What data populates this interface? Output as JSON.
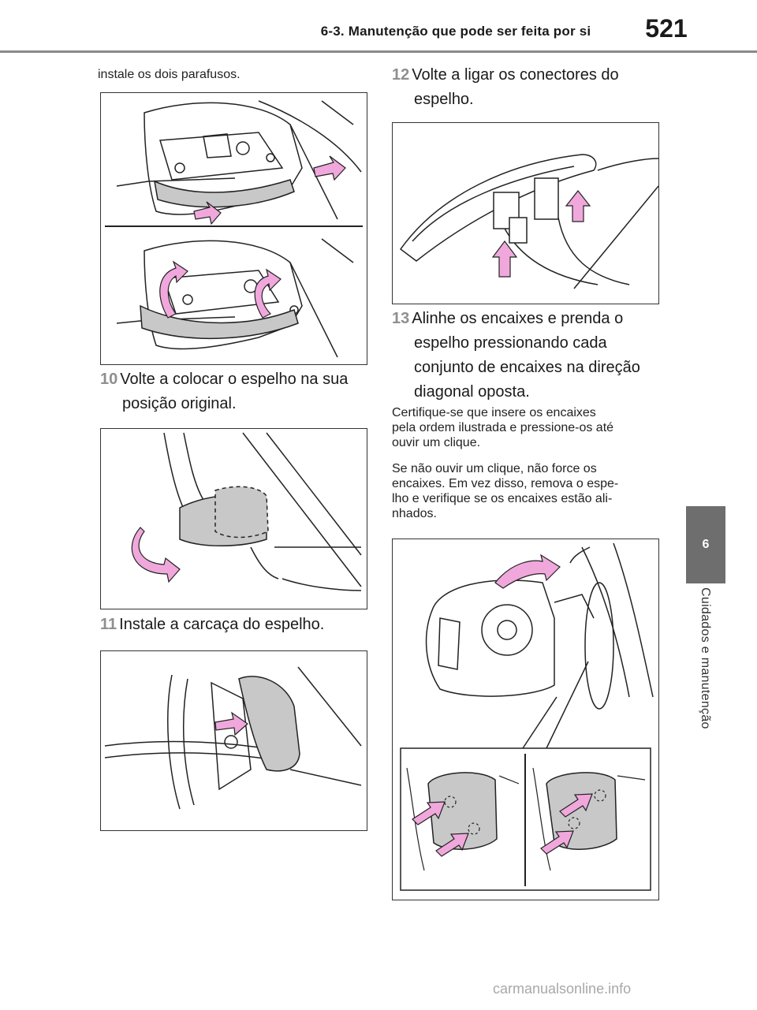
{
  "header": {
    "section_title": "6-3. Manutenção que pode ser feita por si",
    "page_number": "521"
  },
  "side_tab": {
    "chapter_number": "6",
    "chapter_label": "Cuidados e manutenção"
  },
  "left_column": {
    "intro_text": "instale os dois parafusos.",
    "step10": {
      "number": "10",
      "line1": "Volte a colocar o espelho na sua",
      "line2": "posição original."
    },
    "step11": {
      "number": "11",
      "line1": "Instale a carcaça do espelho."
    }
  },
  "right_column": {
    "step12": {
      "number": "12",
      "line1": "Volte a ligar os conectores do",
      "line2": "espelho."
    },
    "step13": {
      "number": "13",
      "line1": "Alinhe os encaixes e prenda o",
      "line2": "espelho pressionando cada",
      "line3": "conjunto de encaixes na direção",
      "line4": "diagonal oposta."
    },
    "note1": {
      "line1": "Certifique-se que insere os encaixes",
      "line2": "pela ordem ilustrada e pressione-os até",
      "line3": "ouvir um clique."
    },
    "note2": {
      "line1": "Se não ouvir um clique, não force os",
      "line2": "encaixes. Em vez disso, remova o espe-",
      "line3": "lho e verifique se os encaixes estão ali-",
      "line4": "nhados."
    }
  },
  "footer": {
    "watermark": "carmanualsonline.info"
  },
  "colors": {
    "step_number": "#8f8f8f",
    "arrow_fill": "#f0a8dc",
    "side_tab": "#6e6e6e",
    "mirror_gray": "#c8c8c8"
  }
}
